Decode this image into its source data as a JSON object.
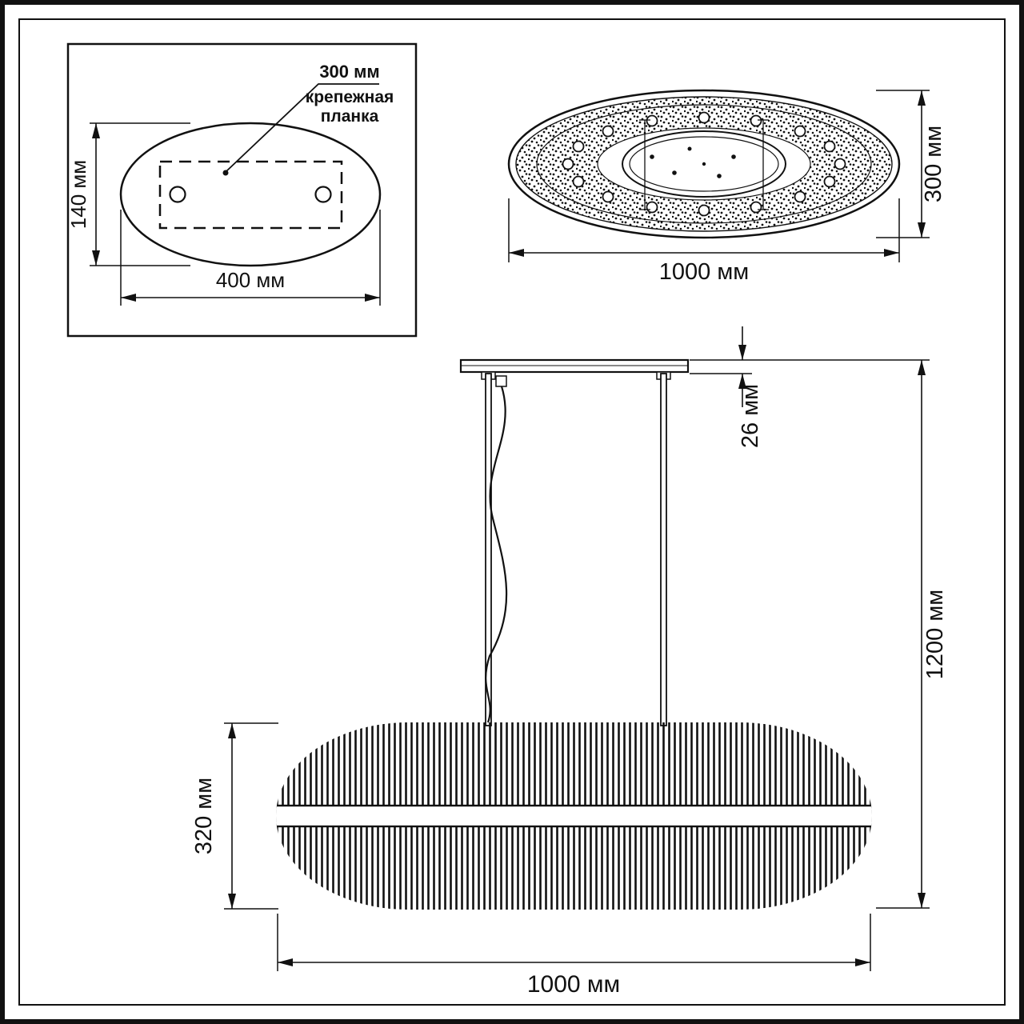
{
  "colors": {
    "ink": "#111111",
    "background": "#ffffff"
  },
  "inset": {
    "leader_value": "300 мм",
    "caption_line1": "крепежная",
    "caption_line2": "планка",
    "height_dim": "140 мм",
    "width_dim": "400 мм"
  },
  "top_view": {
    "width_dim": "1000 мм",
    "depth_dim": "300 мм"
  },
  "side_view": {
    "canopy_dim": "26 мм",
    "overall_height_dim": "1200 мм",
    "body_height_dim": "320 мм",
    "body_width_dim": "1000 мм"
  }
}
